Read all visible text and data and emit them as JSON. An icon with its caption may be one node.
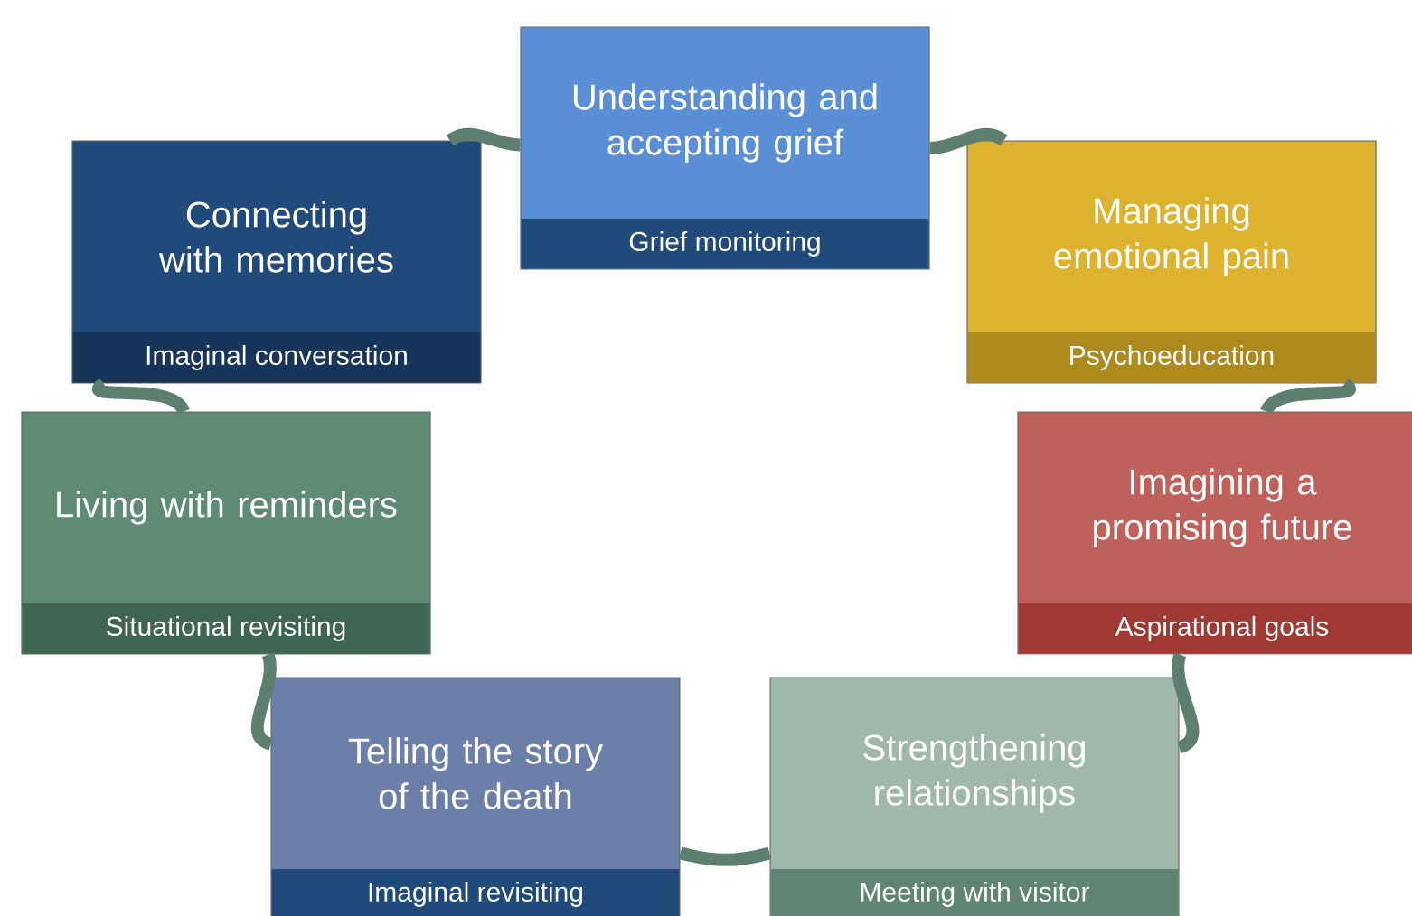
{
  "diagram": {
    "nodes": [
      {
        "text": [
          "Understanding and accepting grief",
          "Grief monitoring"
        ]
      },
      {
        "text": [
          "Managing emotional pain",
          "Psychoeducation"
        ]
      },
      {
        "text": [
          "Imagining a promising future",
          "Aspirational goals"
        ]
      },
      {
        "text": [
          "Strengthening relationships",
          "Meeting with visitor"
        ]
      },
      {
        "text": [
          "Telling the story of the death",
          "Imaginal revisiting"
        ]
      },
      {
        "text": [
          "Living with reminders",
          "Situational revisiting"
        ]
      },
      {
        "text": [
          "Connecting with memories",
          "Imaginal conversation"
        ]
      }
    ],
    "edges": [
      {
        "from": 0,
        "to": 1,
        "arrow": "none"
      },
      {
        "from": 1,
        "to": 2,
        "arrow": "none"
      },
      {
        "from": 2,
        "to": 3,
        "arrow": "none"
      },
      {
        "from": 3,
        "to": 4,
        "arrow": "none"
      },
      {
        "from": 4,
        "to": 5,
        "arrow": "none"
      },
      {
        "from": 5,
        "to": 6,
        "arrow": "none"
      },
      {
        "from": 6,
        "to": 0,
        "arrow": "none"
      }
    ]
  }
}
